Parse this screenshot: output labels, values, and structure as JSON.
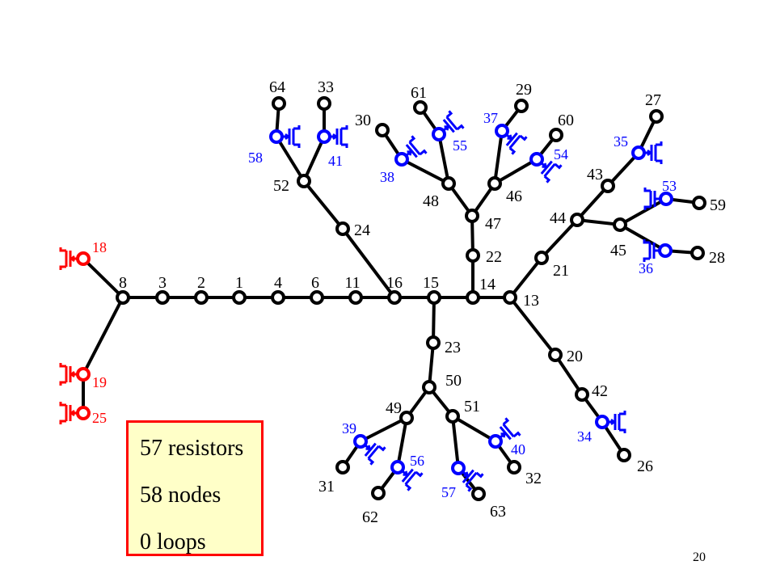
{
  "colors": {
    "wire": "#000000",
    "black_node": "#000000",
    "red": "#ff0000",
    "blue": "#0000ff",
    "box_fill": "#ffffc8",
    "box_border": "#ff0000"
  },
  "nodes": [
    {
      "id": "8",
      "label": "8",
      "color": "black"
    },
    {
      "id": "3",
      "label": "3",
      "color": "black"
    },
    {
      "id": "2",
      "label": "2",
      "color": "black"
    },
    {
      "id": "1",
      "label": "1",
      "color": "black"
    },
    {
      "id": "4",
      "label": "4",
      "color": "black"
    },
    {
      "id": "6",
      "label": "6",
      "color": "black"
    },
    {
      "id": "11",
      "label": "11",
      "color": "black"
    },
    {
      "id": "16",
      "label": "16",
      "color": "black"
    },
    {
      "id": "15",
      "label": "15",
      "color": "black"
    },
    {
      "id": "14",
      "label": "14",
      "color": "black"
    },
    {
      "id": "13",
      "label": "13",
      "color": "black"
    },
    {
      "id": "18",
      "label": "18",
      "color": "red"
    },
    {
      "id": "19",
      "label": "19",
      "color": "red"
    },
    {
      "id": "25",
      "label": "25",
      "color": "red"
    },
    {
      "id": "24",
      "label": "24",
      "color": "black"
    },
    {
      "id": "52",
      "label": "52",
      "color": "black"
    },
    {
      "id": "58",
      "label": "58",
      "color": "blue"
    },
    {
      "id": "41",
      "label": "41",
      "color": "blue"
    },
    {
      "id": "64",
      "label": "64",
      "color": "black"
    },
    {
      "id": "33",
      "label": "33",
      "color": "black"
    },
    {
      "id": "22",
      "label": "22",
      "color": "black"
    },
    {
      "id": "47",
      "label": "47",
      "color": "black"
    },
    {
      "id": "48",
      "label": "48",
      "color": "black"
    },
    {
      "id": "46",
      "label": "46",
      "color": "black"
    },
    {
      "id": "38",
      "label": "38",
      "color": "blue"
    },
    {
      "id": "55",
      "label": "55",
      "color": "blue"
    },
    {
      "id": "30",
      "label": "30",
      "color": "black"
    },
    {
      "id": "61",
      "label": "61",
      "color": "black"
    },
    {
      "id": "37",
      "label": "37",
      "color": "blue"
    },
    {
      "id": "54",
      "label": "54",
      "color": "blue"
    },
    {
      "id": "29",
      "label": "29",
      "color": "black"
    },
    {
      "id": "60",
      "label": "60",
      "color": "black"
    },
    {
      "id": "21",
      "label": "21",
      "color": "black"
    },
    {
      "id": "44",
      "label": "44",
      "color": "black"
    },
    {
      "id": "43",
      "label": "43",
      "color": "black"
    },
    {
      "id": "35",
      "label": "35",
      "color": "blue"
    },
    {
      "id": "27",
      "label": "27",
      "color": "black"
    },
    {
      "id": "45",
      "label": "45",
      "color": "black"
    },
    {
      "id": "53",
      "label": "53",
      "color": "blue"
    },
    {
      "id": "36",
      "label": "36",
      "color": "blue"
    },
    {
      "id": "59",
      "label": "59",
      "color": "black"
    },
    {
      "id": "28",
      "label": "28",
      "color": "black"
    },
    {
      "id": "20",
      "label": "20",
      "color": "black"
    },
    {
      "id": "42",
      "label": "42",
      "color": "black"
    },
    {
      "id": "34",
      "label": "34",
      "color": "blue"
    },
    {
      "id": "26",
      "label": "26",
      "color": "black"
    },
    {
      "id": "23",
      "label": "23",
      "color": "black"
    },
    {
      "id": "50",
      "label": "50",
      "color": "black"
    },
    {
      "id": "49",
      "label": "49",
      "color": "black"
    },
    {
      "id": "51",
      "label": "51",
      "color": "black"
    },
    {
      "id": "39",
      "label": "39",
      "color": "blue"
    },
    {
      "id": "56",
      "label": "56",
      "color": "blue"
    },
    {
      "id": "57",
      "label": "57",
      "color": "blue"
    },
    {
      "id": "40",
      "label": "40",
      "color": "blue"
    },
    {
      "id": "31",
      "label": "31",
      "color": "black"
    },
    {
      "id": "62",
      "label": "62",
      "color": "black"
    },
    {
      "id": "63",
      "label": "63",
      "color": "black"
    },
    {
      "id": "32",
      "label": "32",
      "color": "black"
    }
  ],
  "edges": [
    [
      "8",
      "3"
    ],
    [
      "3",
      "2"
    ],
    [
      "2",
      "1"
    ],
    [
      "1",
      "4"
    ],
    [
      "4",
      "6"
    ],
    [
      "6",
      "11"
    ],
    [
      "11",
      "16"
    ],
    [
      "16",
      "15"
    ],
    [
      "15",
      "14"
    ],
    [
      "14",
      "13"
    ],
    [
      "8",
      "18"
    ],
    [
      "8",
      "19"
    ],
    [
      "19",
      "25"
    ],
    [
      "16",
      "24"
    ],
    [
      "24",
      "52"
    ],
    [
      "52",
      "58"
    ],
    [
      "52",
      "41"
    ],
    [
      "58",
      "64"
    ],
    [
      "41",
      "33"
    ],
    [
      "14",
      "22"
    ],
    [
      "22",
      "47"
    ],
    [
      "47",
      "48"
    ],
    [
      "47",
      "46"
    ],
    [
      "48",
      "38"
    ],
    [
      "48",
      "55"
    ],
    [
      "38",
      "30"
    ],
    [
      "55",
      "61"
    ],
    [
      "46",
      "37"
    ],
    [
      "46",
      "54"
    ],
    [
      "37",
      "29"
    ],
    [
      "54",
      "60"
    ],
    [
      "13",
      "21"
    ],
    [
      "21",
      "44"
    ],
    [
      "44",
      "43"
    ],
    [
      "43",
      "35"
    ],
    [
      "35",
      "27"
    ],
    [
      "44",
      "45"
    ],
    [
      "45",
      "53"
    ],
    [
      "45",
      "36"
    ],
    [
      "53",
      "59"
    ],
    [
      "36",
      "28"
    ],
    [
      "13",
      "20"
    ],
    [
      "20",
      "42"
    ],
    [
      "42",
      "34"
    ],
    [
      "34",
      "26"
    ],
    [
      "15",
      "23"
    ],
    [
      "23",
      "50"
    ],
    [
      "50",
      "49"
    ],
    [
      "50",
      "51"
    ],
    [
      "49",
      "39"
    ],
    [
      "49",
      "56"
    ],
    [
      "39",
      "31"
    ],
    [
      "56",
      "62"
    ],
    [
      "51",
      "57"
    ],
    [
      "51",
      "40"
    ],
    [
      "57",
      "63"
    ],
    [
      "40",
      "32"
    ]
  ],
  "transistors": [
    {
      "node": "18",
      "color": "red",
      "type": "p",
      "orient": "left"
    },
    {
      "node": "19",
      "color": "red",
      "type": "p",
      "orient": "left"
    },
    {
      "node": "25",
      "color": "red",
      "type": "p",
      "orient": "left"
    },
    {
      "node": "58",
      "color": "blue",
      "type": "p",
      "orient": "right"
    },
    {
      "node": "41",
      "color": "blue",
      "type": "p",
      "orient": "right"
    },
    {
      "node": "38",
      "color": "blue",
      "type": "p",
      "orient": "up-right"
    },
    {
      "node": "55",
      "color": "blue",
      "type": "p",
      "orient": "up-right"
    },
    {
      "node": "37",
      "color": "blue",
      "type": "p",
      "orient": "down-right"
    },
    {
      "node": "54",
      "color": "blue",
      "type": "p",
      "orient": "down-right"
    },
    {
      "node": "35",
      "color": "blue",
      "type": "p",
      "orient": "right"
    },
    {
      "node": "53",
      "color": "blue",
      "type": "n",
      "orient": "down"
    },
    {
      "node": "36",
      "color": "blue",
      "type": "n",
      "orient": "down"
    },
    {
      "node": "34",
      "color": "blue",
      "type": "p",
      "orient": "right"
    },
    {
      "node": "39",
      "color": "blue",
      "type": "p",
      "orient": "down-right"
    },
    {
      "node": "56",
      "color": "blue",
      "type": "p",
      "orient": "down-right"
    },
    {
      "node": "57",
      "color": "blue",
      "type": "p",
      "orient": "down-right"
    },
    {
      "node": "40",
      "color": "blue",
      "type": "p",
      "orient": "up-right"
    }
  ],
  "summary": {
    "resistors": "57 resistors",
    "nodes": "58 nodes",
    "loops": "0 loops"
  },
  "page_number": "20"
}
